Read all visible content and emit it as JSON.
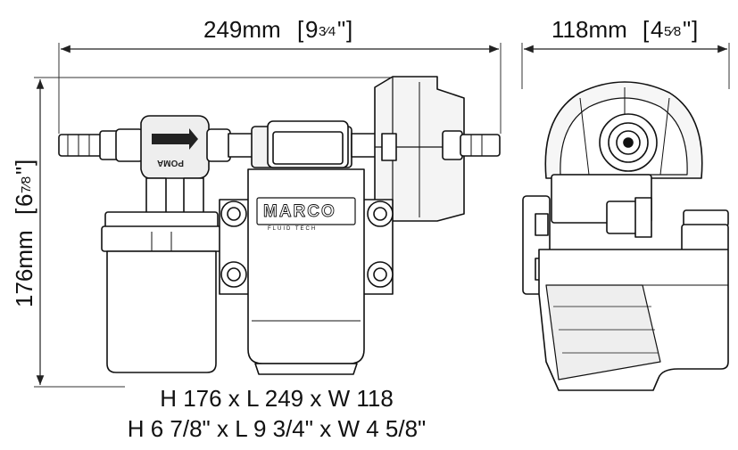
{
  "dimensions": {
    "length": {
      "metric": "249mm",
      "imperial_whole": "9",
      "imperial_frac": "3⁄4",
      "unit": "\""
    },
    "width": {
      "metric": "118mm",
      "imperial_whole": "4",
      "imperial_frac": "5⁄8",
      "unit": "\""
    },
    "height": {
      "metric": "176mm",
      "imperial_whole": "6",
      "imperial_frac": "7⁄8",
      "unit": "\""
    }
  },
  "labels": {
    "brand": "MARCO",
    "brand_sub": "FLUID TECH",
    "valve_text": "POMA"
  },
  "caption": {
    "metric": "H 176 x L 249 x W 118",
    "imperial": "H 6 7/8\" x L 9 3/4\" x W 4 5/8\""
  }
}
